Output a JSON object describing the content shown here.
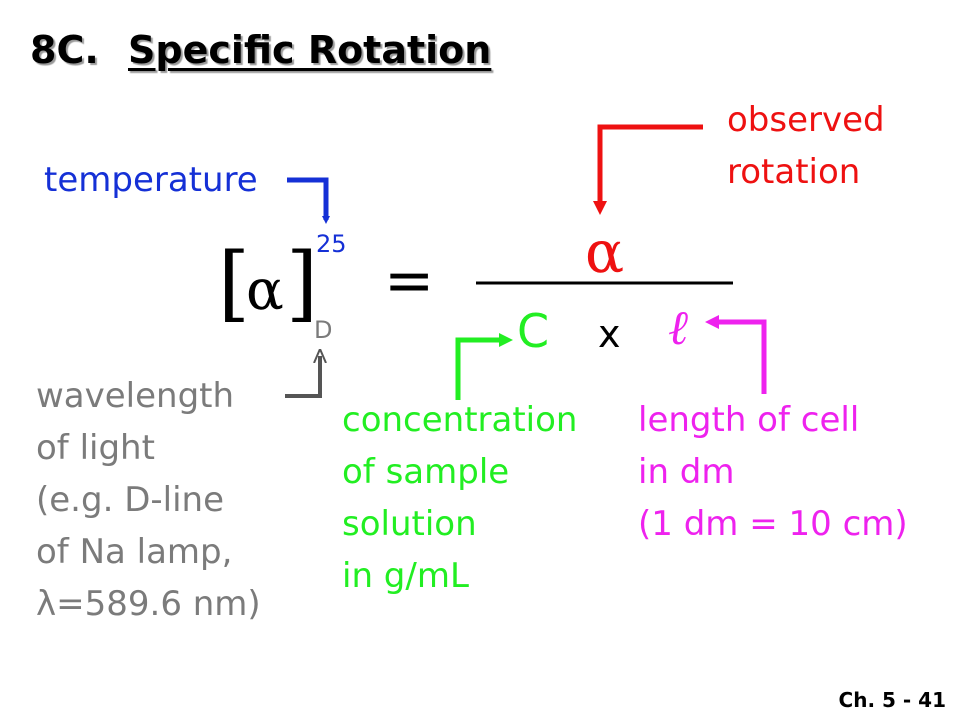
{
  "title": {
    "number": "8C.",
    "text": "Specific Rotation"
  },
  "formula": {
    "lhs_open": "[",
    "lhs_symbol": "α",
    "lhs_close": "]",
    "superscript": "25",
    "subscript": "D",
    "equals": "=",
    "numerator": "α",
    "denominator_c": "C",
    "denominator_times": "x",
    "denominator_l": "ℓ"
  },
  "labels": {
    "temperature": "temperature",
    "observed": [
      "observed",
      "rotation"
    ],
    "wavelength": [
      "wavelength",
      "of light",
      "(e.g. D-line",
      "of Na lamp,",
      "λ=589.6 nm)"
    ],
    "concentration": [
      "concentration",
      "of sample",
      "solution",
      "in g/mL"
    ],
    "length": [
      "length of cell",
      "in dm",
      "(1 dm = 10 cm)"
    ]
  },
  "colors": {
    "temperature": "#1530d6",
    "observed": "#ee1111",
    "wavelength": "#7b7b7b",
    "concentration": "#22ee22",
    "length": "#ee22ee"
  },
  "footer": "Ch. 5 - 41"
}
